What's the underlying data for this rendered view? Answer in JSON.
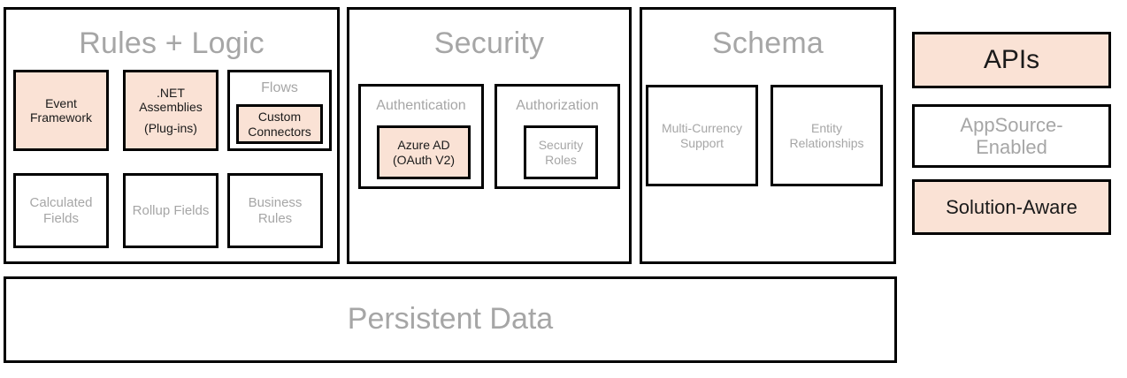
{
  "diagram": {
    "title_colors": {
      "section_title": "#A6A6A6",
      "muted_text": "#A6A6A6",
      "dark_text": "#1A1A1A",
      "highlight_fill": "#FAE2D5",
      "plain_fill": "#FFFFFF",
      "border": "#000000"
    },
    "sections": [
      {
        "id": "rules-logic",
        "title": "Rules + Logic",
        "items": [
          {
            "id": "event-framework",
            "label": "Event Framework",
            "highlighted": true
          },
          {
            "id": "net-assemblies",
            "label": ".NET Assemblies",
            "label2": "(Plug-ins)",
            "highlighted": true
          },
          {
            "id": "flows",
            "label": "Flows",
            "highlighted": false,
            "child": {
              "id": "custom-connectors",
              "label": "Custom Connectors",
              "highlighted": true
            }
          },
          {
            "id": "calculated-fields",
            "label": "Calculated Fields",
            "highlighted": false
          },
          {
            "id": "rollup-fields",
            "label": "Rollup Fields",
            "highlighted": false
          },
          {
            "id": "business-rules",
            "label": "Business Rules",
            "highlighted": false
          }
        ]
      },
      {
        "id": "security",
        "title": "Security",
        "items": [
          {
            "id": "authentication",
            "label": "Authentication",
            "highlighted": false,
            "child": {
              "id": "azure-ad",
              "label": "Azure AD",
              "label2": "(OAuth V2)",
              "highlighted": true
            }
          },
          {
            "id": "authorization",
            "label": "Authorization",
            "highlighted": false,
            "child": {
              "id": "security-roles",
              "label": "Security Roles",
              "highlighted": false
            }
          }
        ]
      },
      {
        "id": "schema",
        "title": "Schema",
        "items": [
          {
            "id": "multi-currency-support",
            "label": "Multi-Currency Support",
            "highlighted": false
          },
          {
            "id": "entity-relationships",
            "label": "Entity Relationships",
            "highlighted": false
          }
        ]
      }
    ],
    "right_column": [
      {
        "id": "apis",
        "label": "APIs",
        "highlighted": true
      },
      {
        "id": "appsource-enabled",
        "label": "AppSource-",
        "label2": "Enabled",
        "highlighted": false
      },
      {
        "id": "solution-aware",
        "label": "Solution-Aware",
        "highlighted": true
      }
    ],
    "footer": {
      "id": "persistent-data",
      "label": "Persistent Data",
      "highlighted": false
    }
  }
}
